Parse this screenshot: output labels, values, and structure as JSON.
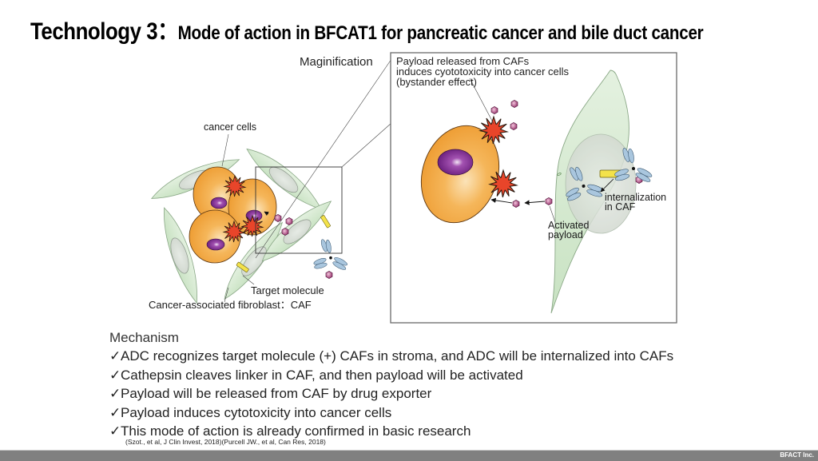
{
  "slide": {
    "title_prefix": "Technology 3：",
    "title_main": "Mode of action in BFCAT1 for pancreatic cancer and bile duct cancer"
  },
  "diagram": {
    "overview": {
      "label_cancer_cells": "cancer cells",
      "label_target_molecule": "Target molecule",
      "label_caf": "Cancer-associated fibroblast：CAF"
    },
    "magnification": {
      "label": "Maginification",
      "caption_lines": [
        "Payload released from CAFs",
        "induces cyototoxicity into cancer cells",
        "(bystander effect)"
      ],
      "label_internalization_lines": [
        "internalization",
        "in CAF"
      ],
      "label_activated_payload_lines": [
        "Activated",
        "payload"
      ]
    },
    "colors": {
      "cancer_cell": "#f2a541",
      "nucleus": "#7a2a8c",
      "caf_cell": "#d7ebd2",
      "caf_nucleus": "#cfcfcf",
      "burst": "#e8452a",
      "payload": "#b8528a",
      "target_molecule": "#f3e24a",
      "antibody": "#a9c6de"
    }
  },
  "mechanism": {
    "heading": "Mechanism",
    "check_glyph": "✓",
    "items": [
      "ADC recognizes target molecule (+) CAFs in stroma, and ADC will be internalized into CAFs",
      "Cathepsin cleaves linker in CAF, and then payload will be activated",
      "Payload will be released from CAF by drug exporter",
      "Payload induces cytotoxicity into cancer cells",
      "This mode of action is already confirmed in basic research"
    ],
    "references": "(Szot., et al, J Clin Invest, 2018)(Purcell JW., et al, Can Res, 2018)"
  },
  "footer": {
    "brand": "BFACT Inc."
  }
}
